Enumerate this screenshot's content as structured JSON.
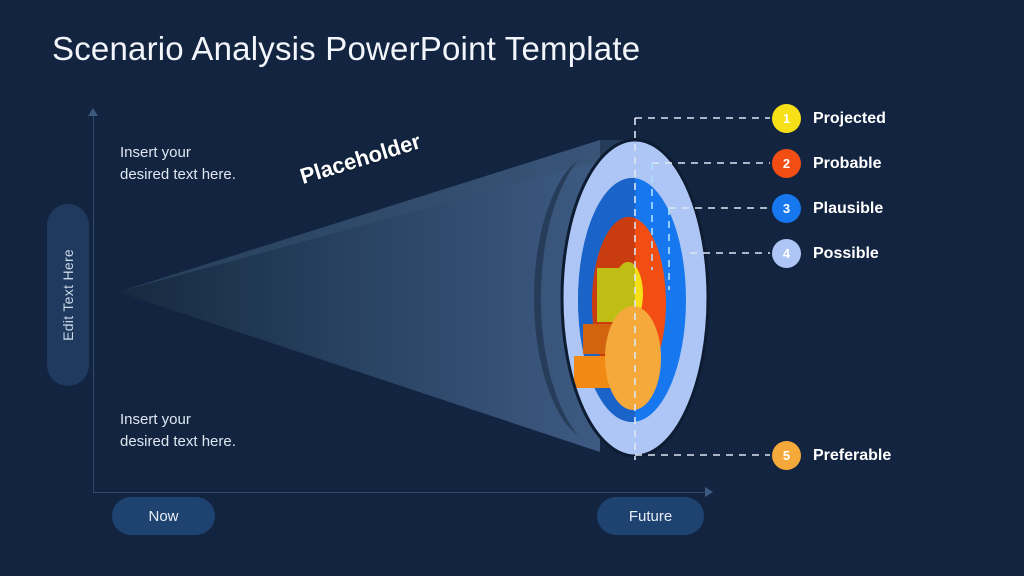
{
  "slide": {
    "title": "Scenario Analysis PowerPoint Template",
    "background_color": "#122440"
  },
  "side_tab": {
    "label": "Edit Text Here"
  },
  "body_text": {
    "top": "Insert your\ndesired  text here.",
    "bottom": "Insert your\ndesired  text here."
  },
  "cone": {
    "label": "Placeholder"
  },
  "timeline": {
    "start_label": "Now",
    "end_label": "Future"
  },
  "legend": {
    "items": [
      {
        "number": "1",
        "label": "Projected",
        "color": "#f7e018"
      },
      {
        "number": "2",
        "label": "Probable",
        "color": "#f24e14"
      },
      {
        "number": "3",
        "label": "Plausible",
        "color": "#1677ef"
      },
      {
        "number": "4",
        "label": "Possible",
        "color": "#aec6f5"
      },
      {
        "number": "5",
        "label": "Preferable",
        "color": "#f6a93b"
      }
    ]
  },
  "palette": {
    "ring_possible_front": "#aec6f5",
    "ring_plausible_front": "#1677ef",
    "ring_probable_front": "#f24e14",
    "ring_projected_front": "#f7e018",
    "ring_preferable_front": "#f6a93b",
    "ring_possible_inner": "#92aee6",
    "ring_plausible_inner": "#1a63c8",
    "ring_probable_inner": "#c83c10",
    "ring_projected_inner": "#c0bd14",
    "ring_preferable_inner": "#e8890f",
    "cone_light": "#39547a",
    "cone_dark": "#16293f",
    "disc_edge": "#0d1c31",
    "leader_line": "#dde6f2"
  }
}
